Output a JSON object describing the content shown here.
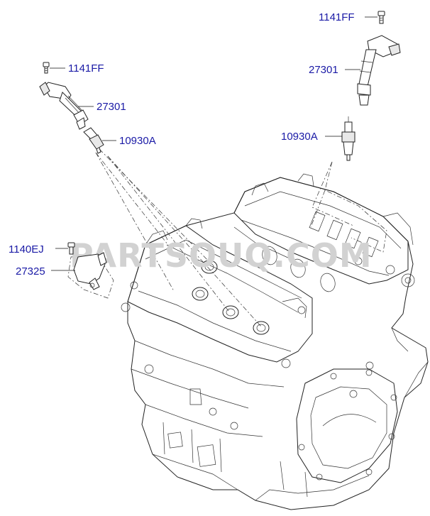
{
  "diagram": {
    "watermark": "PARTSOUQ.COM",
    "callouts": {
      "left_bolt": "1141FF",
      "left_coil": "27301",
      "left_plug": "10930A",
      "right_bolt": "1141FF",
      "right_coil": "27301",
      "right_plug": "10930A",
      "bracket_bolt": "1140EJ",
      "bracket": "27325"
    },
    "colors": {
      "label": "#1a1aa6",
      "line": "#222222",
      "watermark": "#d2d2d2"
    }
  }
}
